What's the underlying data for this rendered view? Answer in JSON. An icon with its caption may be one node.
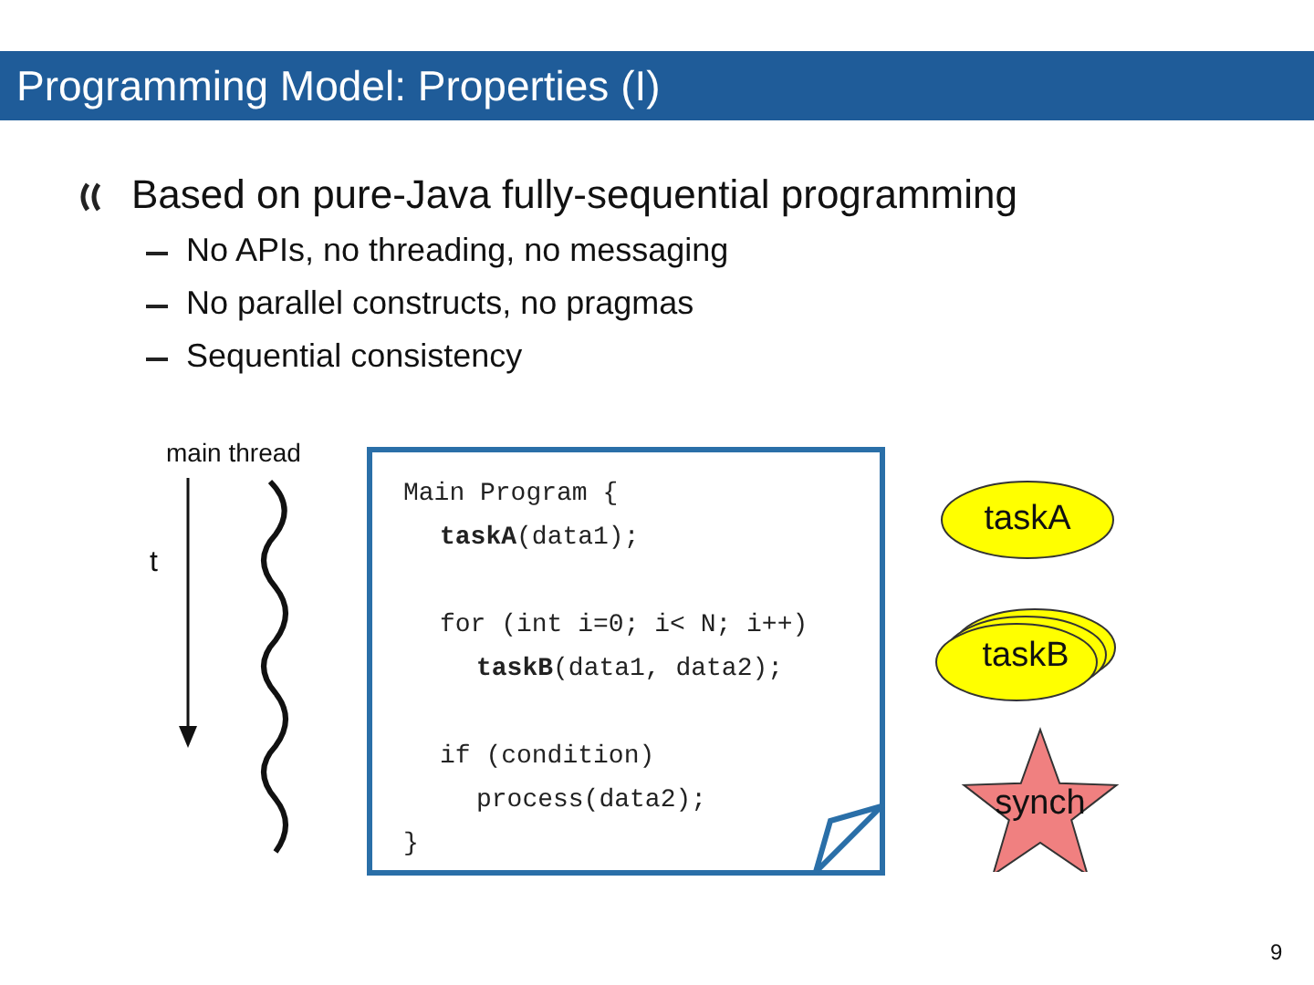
{
  "diagram": {
    "title": "Programming Model: Properties (I)",
    "nodes": [
      {
        "text": [
          "Main Program {",
          "**taskA**(data1);",
          "for (int i=0; i< N; i++)",
          "**taskB**(data1, data2);",
          "if (condition)",
          "process(data2);",
          "}"
        ]
      },
      {
        "text": [
          "taskA"
        ]
      },
      {
        "text": [
          "taskB"
        ]
      },
      {
        "text": [
          "synch"
        ]
      }
    ],
    "labels": [
      "Based on pure-Java fully-sequential programming",
      "No APIs, no threading, no messaging",
      "No parallel constructs, no pragmas",
      "Sequential consistency",
      "main thread",
      "t",
      "9"
    ]
  }
}
